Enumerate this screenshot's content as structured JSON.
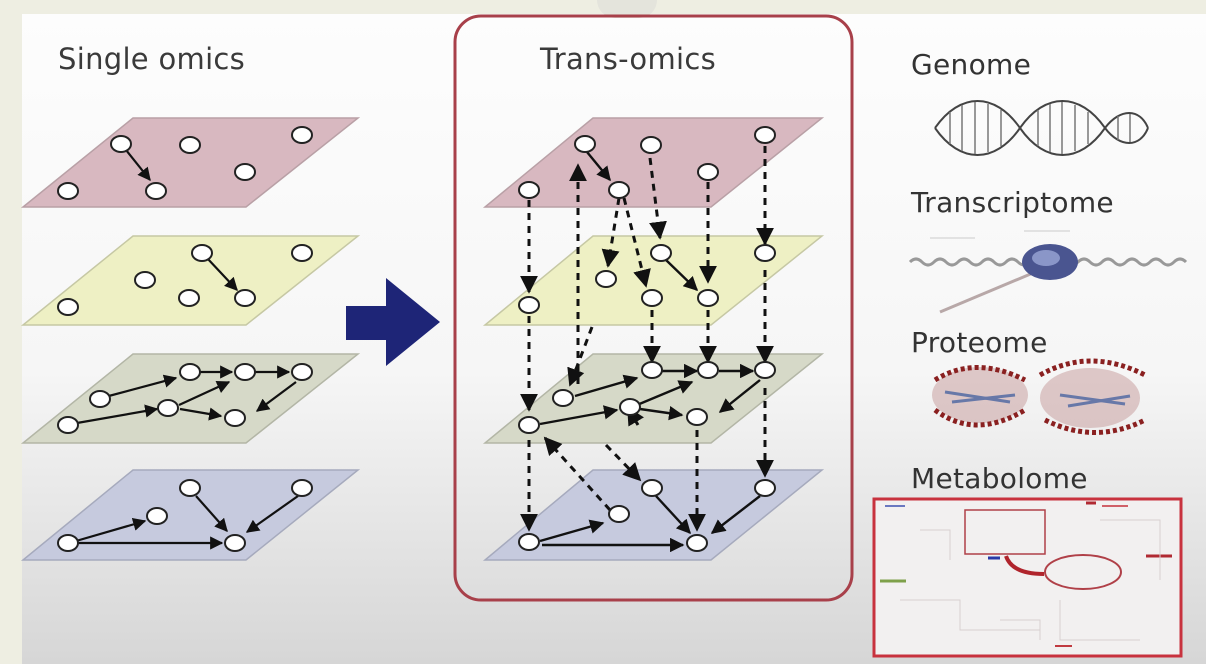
{
  "titles": {
    "single": "Single omics",
    "trans": "Trans-omics"
  },
  "right_panel": {
    "items": [
      {
        "label": "Genome",
        "image": "dna-double-helix"
      },
      {
        "label": "Transcriptome",
        "image": "ribosome-translating-mrna"
      },
      {
        "label": "Proteome",
        "image": "protein-structure-ribbon"
      },
      {
        "label": "Metabolome",
        "image": "metabolic-pathway-map"
      }
    ]
  },
  "colors": {
    "layer1": "#d8b8c0",
    "layer2": "#eef0c4",
    "layer3": "#d6d9c8",
    "layer4": "#c6cade",
    "arrow": "#1e2577",
    "frame": "#a8404a",
    "metabolome_frame": "#c8323e"
  },
  "layers": [
    "genome",
    "transcriptome",
    "proteome",
    "metabolome"
  ]
}
